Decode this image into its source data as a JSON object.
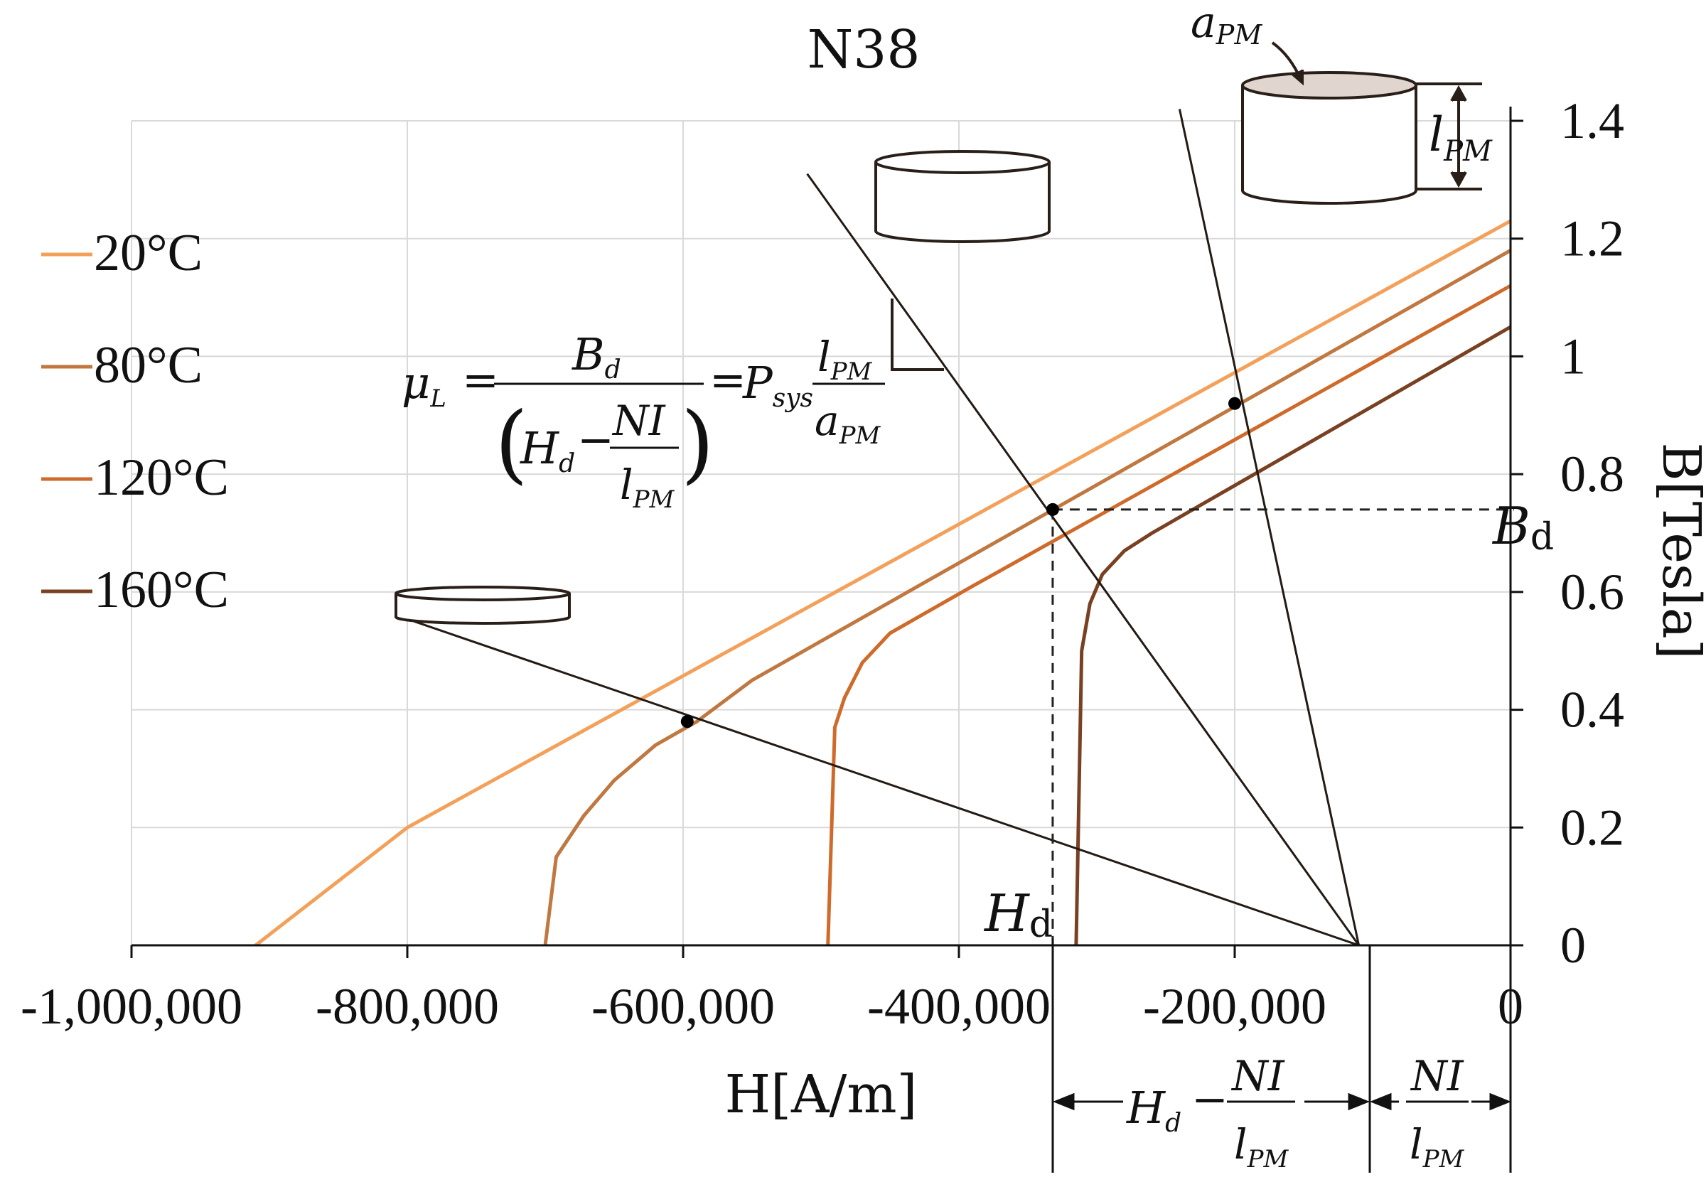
{
  "chart_data": {
    "type": "line",
    "title": "N38",
    "xlabel": "H[A/m]",
    "ylabel": "B[Tesla]",
    "xlim": [
      -1000000,
      0
    ],
    "ylim": [
      0,
      1.4
    ],
    "x_ticks": [
      -1000000,
      -800000,
      -600000,
      -400000,
      -200000,
      0
    ],
    "x_tick_labels": [
      "-1,000,000",
      "-800,000",
      "-600,000",
      "-400,000",
      "-200,000",
      "0"
    ],
    "y_ticks": [
      0,
      0.2,
      0.4,
      0.6,
      0.8,
      1,
      1.2,
      1.4
    ],
    "y_tick_labels": [
      "0",
      "0.2",
      "0.4",
      "0.6",
      "0.8",
      "1",
      "1.2",
      "1.4"
    ],
    "y_axis_side": "right",
    "grid": true,
    "legend_position": "left",
    "series": [
      {
        "name": "20°C",
        "color": "#f4a05a",
        "points": [
          [
            -910000,
            0
          ],
          [
            -800000,
            0.2
          ],
          [
            0,
            1.23
          ]
        ]
      },
      {
        "name": "80°C",
        "color": "#c07840",
        "points": [
          [
            -700000,
            0
          ],
          [
            -692000,
            0.15
          ],
          [
            -672000,
            0.22
          ],
          [
            -650000,
            0.28
          ],
          [
            -620000,
            0.34
          ],
          [
            -590000,
            0.38
          ],
          [
            -550000,
            0.45
          ],
          [
            0,
            1.18
          ]
        ]
      },
      {
        "name": "120°C",
        "color": "#d06a2a",
        "points": [
          [
            -495000,
            0
          ],
          [
            -490000,
            0.37
          ],
          [
            -483000,
            0.42
          ],
          [
            -470000,
            0.48
          ],
          [
            -450000,
            0.53
          ],
          [
            -420000,
            0.57
          ],
          [
            -390000,
            0.61
          ],
          [
            0,
            1.12
          ]
        ]
      },
      {
        "name": "160°C",
        "color": "#7a4022",
        "points": [
          [
            -315000,
            0
          ],
          [
            -311000,
            0.5
          ],
          [
            -305000,
            0.58
          ],
          [
            -296000,
            0.63
          ],
          [
            -280000,
            0.67
          ],
          [
            -260000,
            0.7
          ],
          [
            0,
            1.05
          ]
        ]
      }
    ],
    "load_lines": [
      {
        "color": "#231a14",
        "points": [
          [
            -110000,
            0
          ],
          [
            -795000,
            0.55
          ]
        ]
      },
      {
        "color": "#231a14",
        "points": [
          [
            -110000,
            0
          ],
          [
            -510000,
            1.31
          ]
        ]
      },
      {
        "color": "#231a14",
        "points": [
          [
            -110000,
            0
          ],
          [
            -240000,
            1.42
          ]
        ]
      }
    ],
    "intersection_points": [
      [
        -597000,
        0.38
      ],
      [
        -332000,
        0.74
      ],
      [
        -200000,
        0.92
      ]
    ],
    "operating_point": {
      "H": -332000,
      "B": 0.74
    },
    "annotations": {
      "Bd_label": "B",
      "Bd_sub": "d",
      "Hd_label": "H",
      "Hd_sub": "d",
      "aPM": "a",
      "aPM_sub": "PM",
      "lPM": "l",
      "lPM_sub": "PM",
      "mu": "μ",
      "mu_sub": "L",
      "eq": "=",
      "Bd_num": "B",
      "Bd_num_sub": "d",
      "H_den": "H",
      "H_den_sub": "d",
      "minus": "−",
      "NI": "NI",
      "l_den": "l",
      "l_den_sub": "PM",
      "P": "P",
      "P_sub": "sys",
      "frac_l": "l",
      "frac_l_sub": "PM",
      "frac_a": "a",
      "frac_a_sub": "PM",
      "br_H": "H",
      "br_H_sub": "d",
      "br_minus": "−",
      "br_NI": "NI",
      "br_l": "l",
      "br_l_sub": "PM",
      "br2_NI": "NI",
      "br2_l": "l",
      "br2_l_sub": "PM"
    }
  }
}
